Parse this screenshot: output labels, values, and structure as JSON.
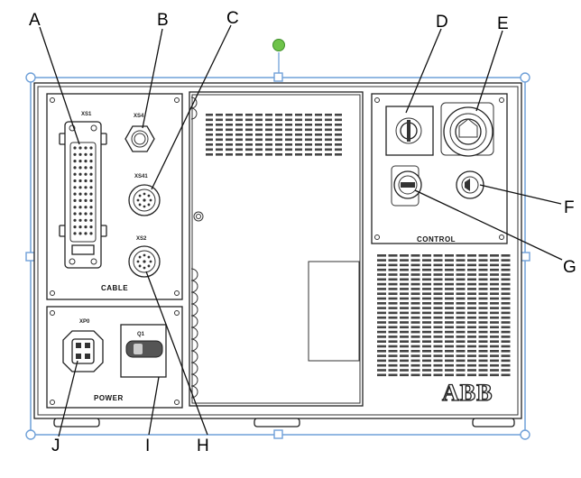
{
  "callouts": {
    "A": "A",
    "B": "B",
    "C": "C",
    "D": "D",
    "E": "E",
    "F": "F",
    "G": "G",
    "H": "H",
    "I": "I",
    "J": "J"
  },
  "panels": {
    "cable": "CABLE",
    "power": "POWER",
    "control": "CONTROL"
  },
  "connectors": {
    "xs1": "XS1",
    "xs4": "XS4",
    "xs41": "XS41",
    "xs2": "XS2",
    "xp0": "XP0",
    "q1": "Q1"
  },
  "logo": "ABB",
  "colors": {
    "selection": "#6fa0d8",
    "rotate_handle": "#6ec34a"
  }
}
